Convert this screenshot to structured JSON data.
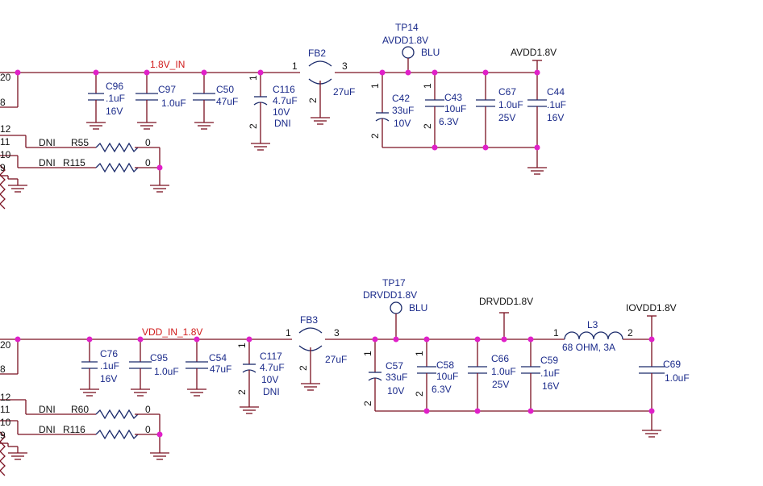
{
  "top": {
    "net_in": "1.8V_IN",
    "pin20": "20",
    "pin8": "8",
    "pin12": "12",
    "pin11": "11",
    "pin10": "10",
    "pin9": "9",
    "dni_a": "DNI",
    "dni_b": "DNI",
    "r55": "R55",
    "r55_val": "0",
    "r115": "R115",
    "r115_val": "0",
    "c96": "C96",
    "c96_v": ".1uF",
    "c96_r": "16V",
    "c97": "C97",
    "c97_v": "1.0uF",
    "c50": "C50",
    "c50_v": "47uF",
    "c116": "C116",
    "c116_v": "4.7uF",
    "c116_r": "10V",
    "c116_dni": "DNI",
    "fb2": "FB2",
    "fb2_v": "27uF",
    "tp14": "TP14",
    "tp14_net": "AVDD1.8V",
    "tp14_col": "BLU",
    "c42": "C42",
    "c42_v": "33uF",
    "c42_r": "10V",
    "c43": "C43",
    "c43_v": "10uF",
    "c43_r": "6.3V",
    "c67": "C67",
    "c67_v": "1.0uF",
    "c67_r": "25V",
    "c44": "C44",
    "c44_v": ".1uF",
    "c44_r": "16V",
    "rail": "AVDD1.8V"
  },
  "bottom": {
    "net_in": "VDD_IN_1.8V",
    "pin20": "20",
    "pin8": "8",
    "pin12": "12",
    "pin11": "11",
    "pin10": "10",
    "pin9": "9",
    "dni_a": "DNI",
    "dni_b": "DNI",
    "r60": "R60",
    "r60_val": "0",
    "r116": "R116",
    "r116_val": "0",
    "c76": "C76",
    "c76_v": ".1uF",
    "c76_r": "16V",
    "c95": "C95",
    "c95_v": "1.0uF",
    "c54": "C54",
    "c54_v": "47uF",
    "c117": "C117",
    "c117_v": "4.7uF",
    "c117_r": "10V",
    "c117_dni": "DNI",
    "fb3": "FB3",
    "fb3_v": "27uF",
    "tp17": "TP17",
    "tp17_net": "DRVDD1.8V",
    "tp17_col": "BLU",
    "c57": "C57",
    "c57_v": "33uF",
    "c57_r": "10V",
    "c58": "C58",
    "c58_v": "10uF",
    "c58_r": "6.3V",
    "c66": "C66",
    "c66_v": "1.0uF",
    "c66_r": "25V",
    "c59": "C59",
    "c59_v": ".1uF",
    "c59_r": "16V",
    "rail_drv": "DRVDD1.8V",
    "l3": "L3",
    "l3_v": "68 OHM, 3A",
    "rail_io": "IOVDD1.8V",
    "c69": "C69",
    "c69_v": "1.0uF"
  },
  "pins": {
    "p1": "1",
    "p2": "2",
    "p3": "3"
  }
}
